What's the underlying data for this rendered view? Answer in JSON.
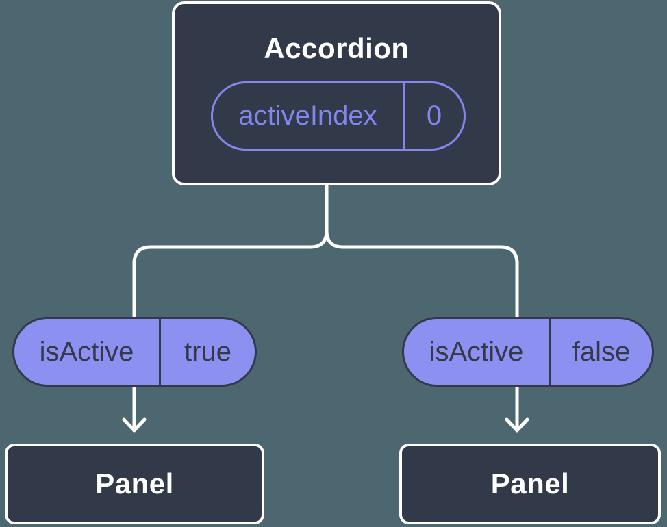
{
  "diagram_type": "component-tree",
  "colors": {
    "background": "#4D6770",
    "node_fill": "#323948",
    "node_border": "#FFFFFF",
    "connector": "#FFFFFF",
    "state_accent": "#8286EE",
    "prop_pill_fill": "#8C90F0",
    "prop_pill_text": "#323948"
  },
  "root_node": {
    "label": "Accordion",
    "state_pill": {
      "key": "activeIndex",
      "value": "0"
    }
  },
  "branches": [
    {
      "prop_pill": {
        "key": "isActive",
        "value": "true"
      },
      "child_node": {
        "label": "Panel"
      }
    },
    {
      "prop_pill": {
        "key": "isActive",
        "value": "false"
      },
      "child_node": {
        "label": "Panel"
      }
    }
  ]
}
